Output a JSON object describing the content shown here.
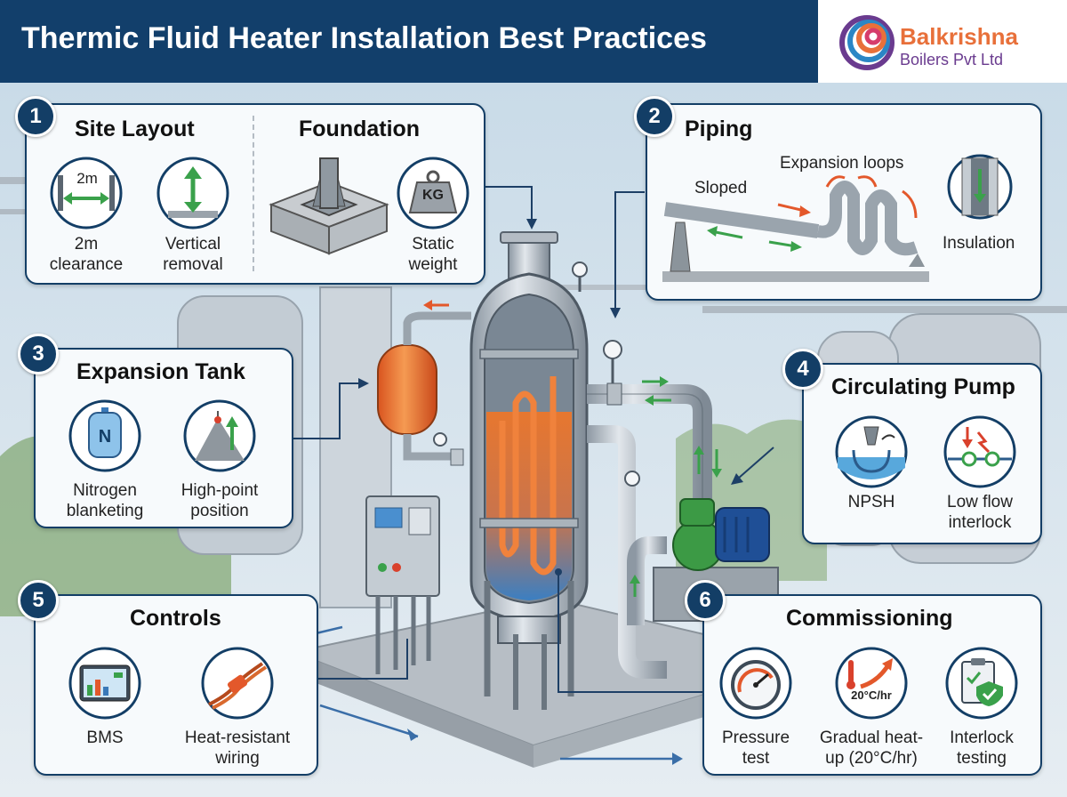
{
  "header": {
    "title": "Thermic Fluid Heater Installation Best Practices",
    "logo_name": "Balkrishna",
    "logo_subtitle": "Boilers Pvt Ltd"
  },
  "colors": {
    "navy": "#123f6b",
    "orange": "#e8703a",
    "green": "#3aa14b",
    "accent_purple": "#6a3b8f"
  },
  "sections": {
    "site_layout": {
      "number": "1",
      "title": "Site Layout",
      "items": [
        {
          "icon": "clearance-icon",
          "icon_text": "2m",
          "label_line1": "2m",
          "label_line2": "clearance"
        },
        {
          "icon": "vertical-arrow-icon",
          "label_line1": "Vertical",
          "label_line2": "removal"
        }
      ]
    },
    "foundation": {
      "title": "Foundation",
      "items": [
        {
          "icon": "concrete-foundation-icon"
        },
        {
          "icon": "weight-icon",
          "icon_text": "KG",
          "label_line1": "Static",
          "label_line2": "weight"
        }
      ]
    },
    "piping": {
      "number": "2",
      "title": "Piping",
      "labels": {
        "sloped": "Sloped",
        "expansion_loops": "Expansion loops",
        "insulation": "Insulation"
      }
    },
    "expansion_tank": {
      "number": "3",
      "title": "Expansion Tank",
      "items": [
        {
          "icon": "nitrogen-tank-icon",
          "icon_text": "N",
          "label_line1": "Nitrogen",
          "label_line2": "blanketing"
        },
        {
          "icon": "high-point-icon",
          "label_line1": "High-point",
          "label_line2": "position"
        }
      ]
    },
    "circulating_pump": {
      "number": "4",
      "title": "Circulating Pump",
      "items": [
        {
          "icon": "npsh-icon",
          "label_line1": "NPSH"
        },
        {
          "icon": "low-flow-icon",
          "label_line1": "Low flow",
          "label_line2": "interlock"
        }
      ]
    },
    "controls": {
      "number": "5",
      "title": "Controls",
      "items": [
        {
          "icon": "bms-screen-icon",
          "label_line1": "BMS"
        },
        {
          "icon": "wiring-icon",
          "label_line1": "Heat-resistant",
          "label_line2": "wiring"
        }
      ]
    },
    "commissioning": {
      "number": "6",
      "title": "Commissioning",
      "items": [
        {
          "icon": "pressure-gauge-icon",
          "label_line1": "Pressure",
          "label_line2": "test"
        },
        {
          "icon": "heat-rate-icon",
          "icon_text": "20°C/hr",
          "label_line1": "Gradual heat-",
          "label_line2": "up (20°C/hr)"
        },
        {
          "icon": "checklist-icon",
          "label_line1": "Interlock",
          "label_line2": "testing"
        }
      ]
    }
  }
}
